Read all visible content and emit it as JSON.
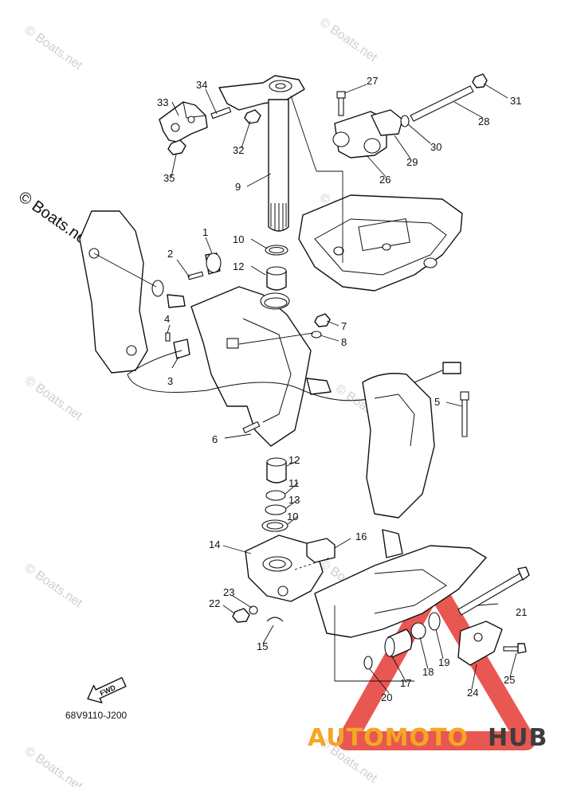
{
  "diagram": {
    "callouts": [
      "1",
      "2",
      "3",
      "4",
      "5",
      "6",
      "7",
      "8",
      "9",
      "10",
      "10",
      "11",
      "12",
      "12",
      "13",
      "14",
      "15",
      "16",
      "17",
      "18",
      "19",
      "20",
      "21",
      "22",
      "23",
      "24",
      "25",
      "26",
      "27",
      "28",
      "29",
      "30",
      "31",
      "32",
      "33",
      "34",
      "35"
    ],
    "code": "68V9110-J200",
    "fwd_label": "FWD"
  },
  "watermarks": {
    "text": "© Boats.net",
    "logo_part1": "AUTOMOTO",
    "logo_part2": "HUB"
  },
  "colors": {
    "line": "#111111",
    "watermark": "#cfcfcf",
    "logo_orange": "#f5a623",
    "logo_grey": "#3d3d3d",
    "triangle_red": "#e53935"
  }
}
